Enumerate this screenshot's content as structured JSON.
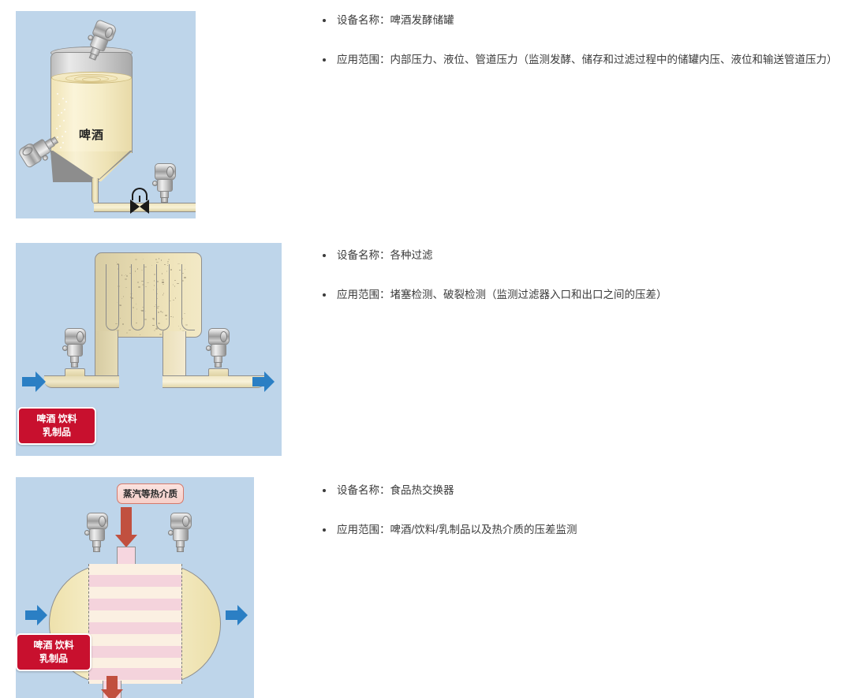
{
  "page": {
    "background": "#ffffff",
    "panel_background": "#bed5ea",
    "accent_blue": "#2b7fc4",
    "accent_red": "#c1503f",
    "badge_red": "#c8102e"
  },
  "sections": [
    {
      "id": "beer-fermentation-tank",
      "bullets": [
        "设备名称：啤酒发酵储罐",
        "应用范围：内部压力、液位、管道压力（监测发酵、储存和过滤过程中的储罐内压、液位和输送管道压力）"
      ],
      "figure": {
        "tank_label": "啤酒",
        "sensors": [
          "top-pressure-sensor",
          "cone-outlet-sensor",
          "pipeline-sensor"
        ],
        "valve": "diaphragm-valve"
      }
    },
    {
      "id": "filtration",
      "bullets": [
        "设备名称：各种过滤",
        "应用范围：堵塞检测、破裂检测（监测过滤器入口和出口之间的压差）"
      ],
      "figure": {
        "badge_line1": "啤酒 饮料",
        "badge_line2": "乳制品",
        "sensors": [
          "inlet-pressure-sensor",
          "outlet-pressure-sensor"
        ],
        "flow": [
          "inlet-arrow",
          "outlet-arrow"
        ]
      }
    },
    {
      "id": "food-heat-exchanger",
      "bullets": [
        "设备名称：食品热交换器",
        "应用范围：啤酒/饮料/乳制品以及热介质的压差监测"
      ],
      "figure": {
        "steam_label": "蒸汽等热介质",
        "badge_line1": "啤酒 饮料",
        "badge_line2": "乳制品",
        "sensors": [
          "left-pressure-sensor",
          "right-pressure-sensor"
        ],
        "flow": [
          "product-inlet-arrow",
          "product-outlet-arrow",
          "steam-inlet-arrow",
          "steam-outlet-arrow"
        ]
      }
    }
  ]
}
